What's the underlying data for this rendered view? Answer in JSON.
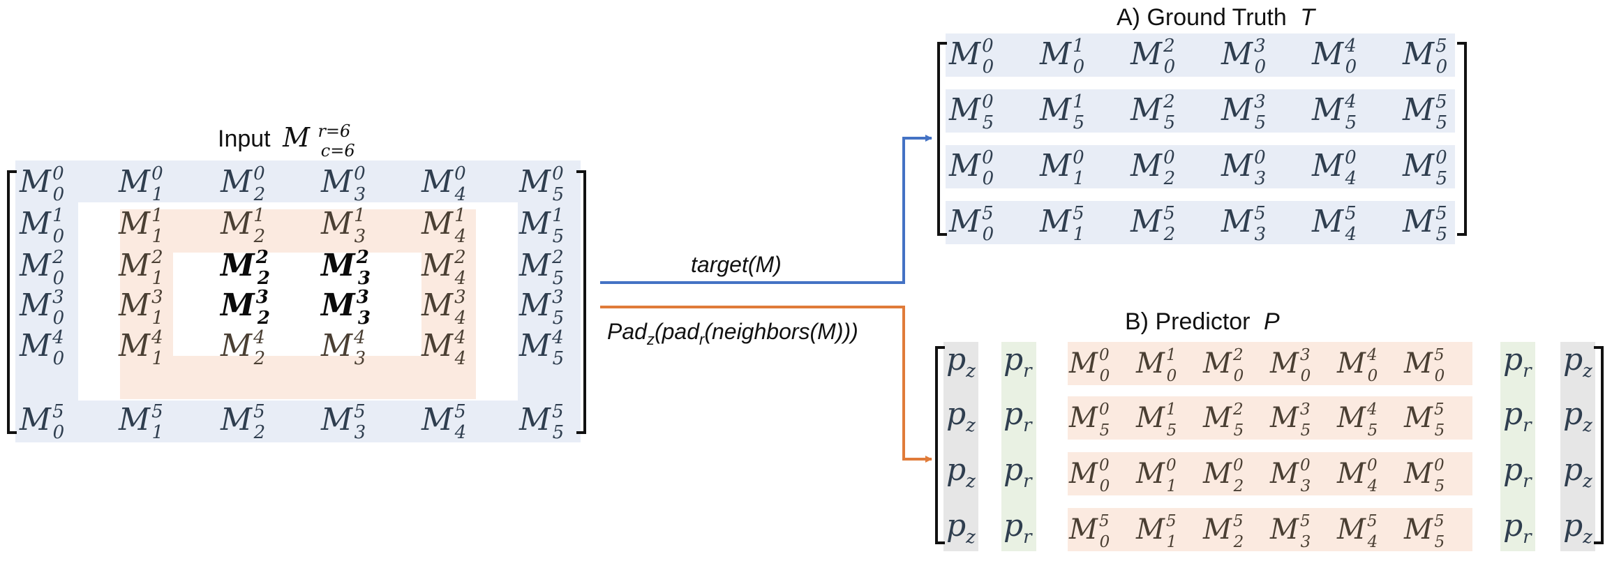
{
  "input": {
    "title_prefix": "Input",
    "symbol": "M",
    "superscript": "r=6",
    "subscript": "c=6"
  },
  "ground_truth": {
    "label": "A)   Ground Truth",
    "symbol": "T",
    "rows": [
      [
        "M00",
        "M01",
        "M02",
        "M03",
        "M04",
        "M05"
      ],
      [
        "M50",
        "M51",
        "M52",
        "M53",
        "M54",
        "M55"
      ],
      [
        "M00",
        "M10",
        "M20",
        "M30",
        "M40",
        "M50"
      ],
      [
        "M05",
        "M15",
        "M25",
        "M35",
        "M45",
        "M55"
      ]
    ]
  },
  "predictor": {
    "label": "B)   Predictor",
    "symbol": "P",
    "pad_z": "p",
    "pad_z_sub": "z",
    "pad_r": "p",
    "pad_r_sub": "r"
  },
  "arrows": {
    "target_label": "target(M)",
    "pred_label_pad_z": "Pad",
    "pred_label_z": "z",
    "pred_label_mid": "(pad",
    "pred_label_r": "r",
    "pred_label_end": "(neighbors(M)))"
  },
  "colors": {
    "blue_fill": "#e8edf6",
    "orange_fill": "#fbeae0",
    "green_fill": "#e9f1e3",
    "gray_fill": "#e6e6e6",
    "blue_arrow": "#4472c4",
    "orange_arrow": "#e07b39"
  }
}
